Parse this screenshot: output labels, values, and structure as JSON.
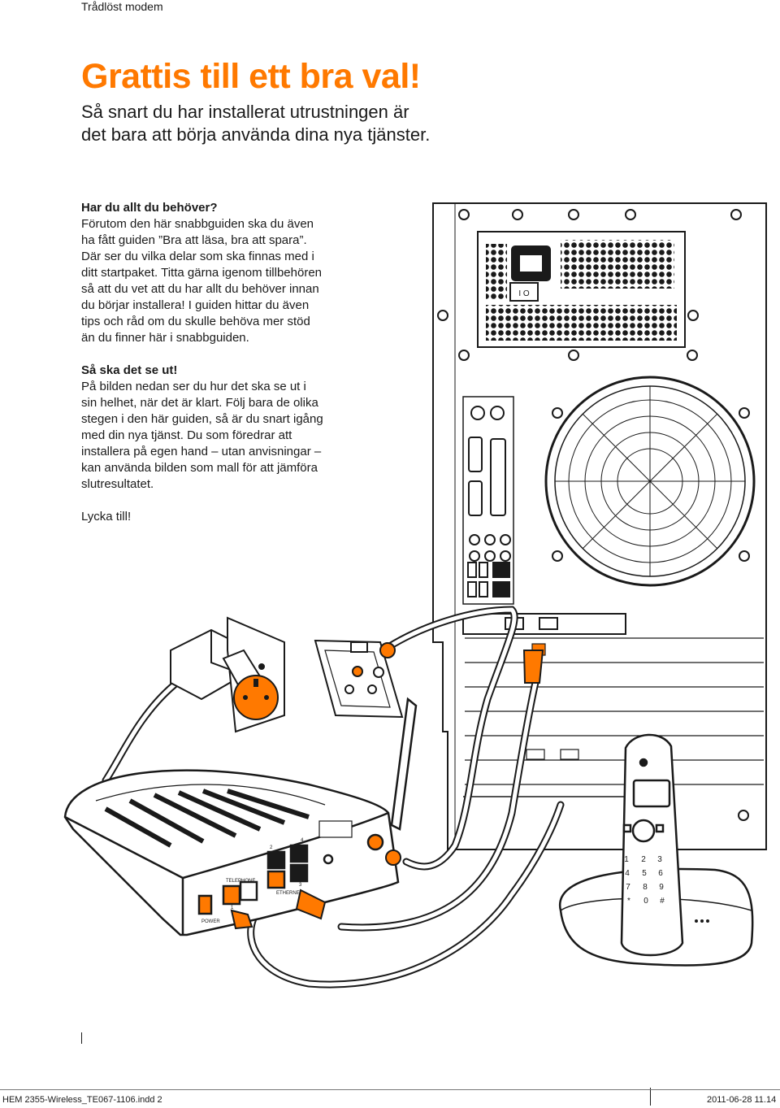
{
  "header": {
    "label": "Trådlöst modem"
  },
  "title": "Grattis till ett bra val!",
  "subtitle_lines": [
    "Så snart du har installerat utrustningen är",
    "det bara att börja använda dina nya tjänster."
  ],
  "sections": [
    {
      "heading": "Har du allt du behöver?",
      "lines": [
        "Förutom den här snabbguiden ska du även",
        "ha fått guiden ”Bra att läsa, bra att spara”.",
        "Där ser du vilka delar som ska finnas med i",
        "ditt startpaket. Titta gärna igenom tillbehören",
        "så att du vet att du har allt du behöver innan",
        "du börjar installera! I guiden hittar du även",
        "tips och råd om du skulle behöva mer stöd",
        "än du finner här i snabbguiden."
      ]
    },
    {
      "heading": "Så ska det se ut!",
      "lines": [
        "På bilden nedan ser du hur det ska se ut i",
        "sin helhet, när det är klart. Följ bara de olika",
        "stegen i den här guiden, så är du snart igång",
        "med din nya tjänst. Du som föredrar att",
        "installera på egen hand – utan anvisningar –",
        "kan använda bilden som mall för att jämföra",
        "slutresultatet."
      ]
    }
  ],
  "closing": "Lycka till!",
  "modem_labels": {
    "telephone": "TELEPHONE",
    "ethernet": "ETHERNET",
    "power": "POWER",
    "port1": "1",
    "port2": "2",
    "port3": "3",
    "port4": "4"
  },
  "phone_keys": [
    "1",
    "2",
    "3",
    "4",
    "5",
    "6",
    "7",
    "8",
    "9",
    "*",
    "0",
    "#"
  ],
  "footer": {
    "left": "HEM 2355-Wireless_TE067-1106.indd   2",
    "right": "2011-06-28   11.14"
  },
  "colors": {
    "accent": "#ff7900",
    "text": "#1a1a1a"
  }
}
